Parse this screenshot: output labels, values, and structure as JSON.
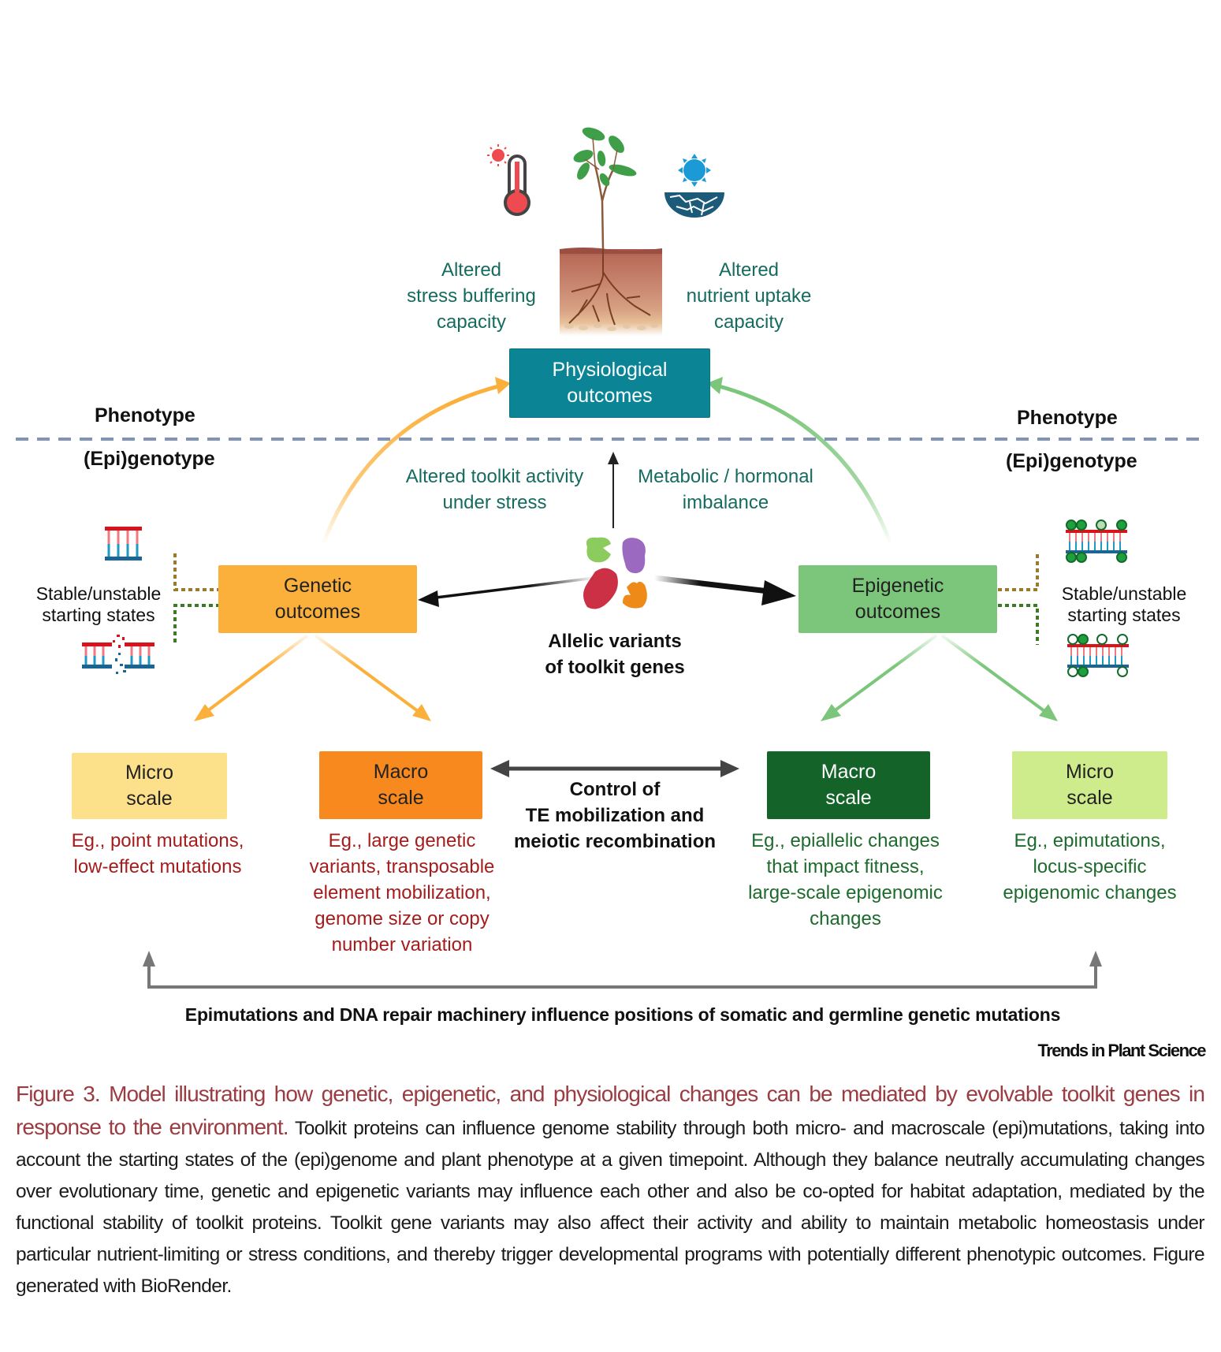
{
  "figure": {
    "phenotype_left": "Phenotype",
    "phenotype_right": "Phenotype",
    "epigenotype_left": "(Epi)genotype",
    "epigenotype_right": "(Epi)genotype",
    "icons": {
      "thermometer": "thermometer-icon",
      "plant": "plant-in-soil-icon",
      "drought": "sun-over-dry-soil-icon",
      "dna_stable": "dna-stable-icon",
      "dna_broken": "dna-broken-icon",
      "dna_methylated_stable": "dna-methylated-icon",
      "dna_methylated_unstable": "dna-partially-methylated-icon",
      "proteins": "toolkit-proteins-icon"
    },
    "stress_buffering": [
      "Altered",
      "stress buffering",
      "capacity"
    ],
    "nutrient_uptake": [
      "Altered",
      "nutrient uptake",
      "capacity"
    ],
    "physiological_box": [
      "Physiological",
      "outcomes"
    ],
    "altered_toolkit": [
      "Altered toolkit activity",
      "under stress"
    ],
    "metabolic": [
      "Metabolic / hormonal",
      "imbalance"
    ],
    "genetic_box": [
      "Genetic",
      "outcomes"
    ],
    "epigenetic_box": [
      "Epigenetic",
      "outcomes"
    ],
    "starting_states_left": [
      "Stable/unstable",
      "starting states"
    ],
    "starting_states_right": [
      "Stable/unstable",
      "starting states"
    ],
    "allelic": [
      "Allelic variants",
      "of toolkit genes"
    ],
    "genetic_micro_box": [
      "Micro",
      "scale"
    ],
    "genetic_macro_box": [
      "Macro",
      "scale"
    ],
    "epi_macro_box": [
      "Macro",
      "scale"
    ],
    "epi_micro_box": [
      "Micro",
      "scale"
    ],
    "genetic_micro_desc": [
      "Eg., point mutations,",
      "low-effect mutations"
    ],
    "genetic_macro_desc": [
      "Eg., large genetic",
      "variants, transposable",
      "element mobilization,",
      "genome size or copy",
      "number variation"
    ],
    "epi_macro_desc": [
      "Eg., epiallelic changes",
      "that impact fitness,",
      "large-scale epigenomic",
      "changes"
    ],
    "epi_micro_desc": [
      "Eg., epimutations,",
      "locus-specific",
      "epigenomic changes"
    ],
    "te_control": [
      "Control of",
      "TE mobilization and",
      "meiotic recombination"
    ],
    "bottom_statement": "Epimutations and DNA repair machinery influence positions of somatic and germline genetic mutations",
    "journal": "Trends in Plant Science",
    "colors": {
      "physiological": "#0b8596",
      "genetic": "#fbb03b",
      "epigenetic": "#7bc67b",
      "genetic_micro": "#fde08a",
      "genetic_macro": "#f7891e",
      "epi_macro": "#146429",
      "epi_micro": "#cfec8c",
      "divider": "#8094b8",
      "teal_text": "#166b60",
      "red_text": "#a41c1c",
      "green_text": "#1d6b2c"
    }
  },
  "caption": {
    "title": "Figure 3. Model illustrating how genetic, epigenetic, and physiological changes can be mediated by evolvable toolkit genes in response to the environment.",
    "body": " Toolkit proteins can influence genome stability through both micro- and macroscale (epi)mutations, taking into account the starting states of the (epi)genome and plant phenotype at a given timepoint. Although they balance neutrally accumulating changes over evolutionary time, genetic and epigenetic variants may influence each other and also be co-opted for habitat adaptation, mediated by the functional stability of toolkit proteins. Toolkit gene variants may also affect their activity and ability to maintain metabolic homeostasis under particular nutrient-limiting or stress conditions, and thereby trigger developmental programs with potentially different phenotypic outcomes. Figure generated with BioRender."
  }
}
